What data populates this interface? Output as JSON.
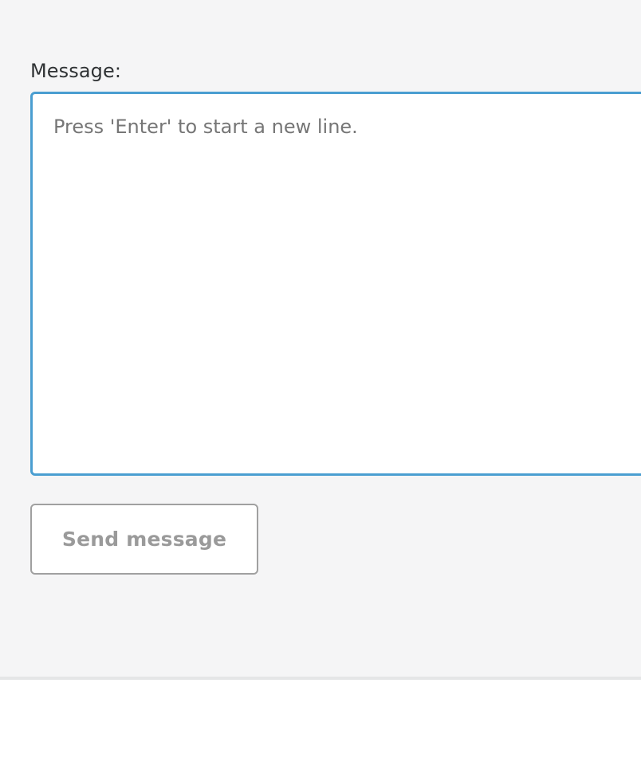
{
  "panel": {
    "background_color": "#f5f5f6",
    "divider_color": "#e5e6e7"
  },
  "form": {
    "label": "Message:",
    "message_input": {
      "value": "",
      "placeholder": "Press 'Enter' to start a new line.",
      "focused": true,
      "focus_border_color": "#4a9ed1",
      "placeholder_color": "#767676"
    },
    "send_button": {
      "label": "Send message",
      "text_color": "#9a9a9a",
      "border_color": "#a0a0a0",
      "background_color": "#ffffff"
    }
  }
}
